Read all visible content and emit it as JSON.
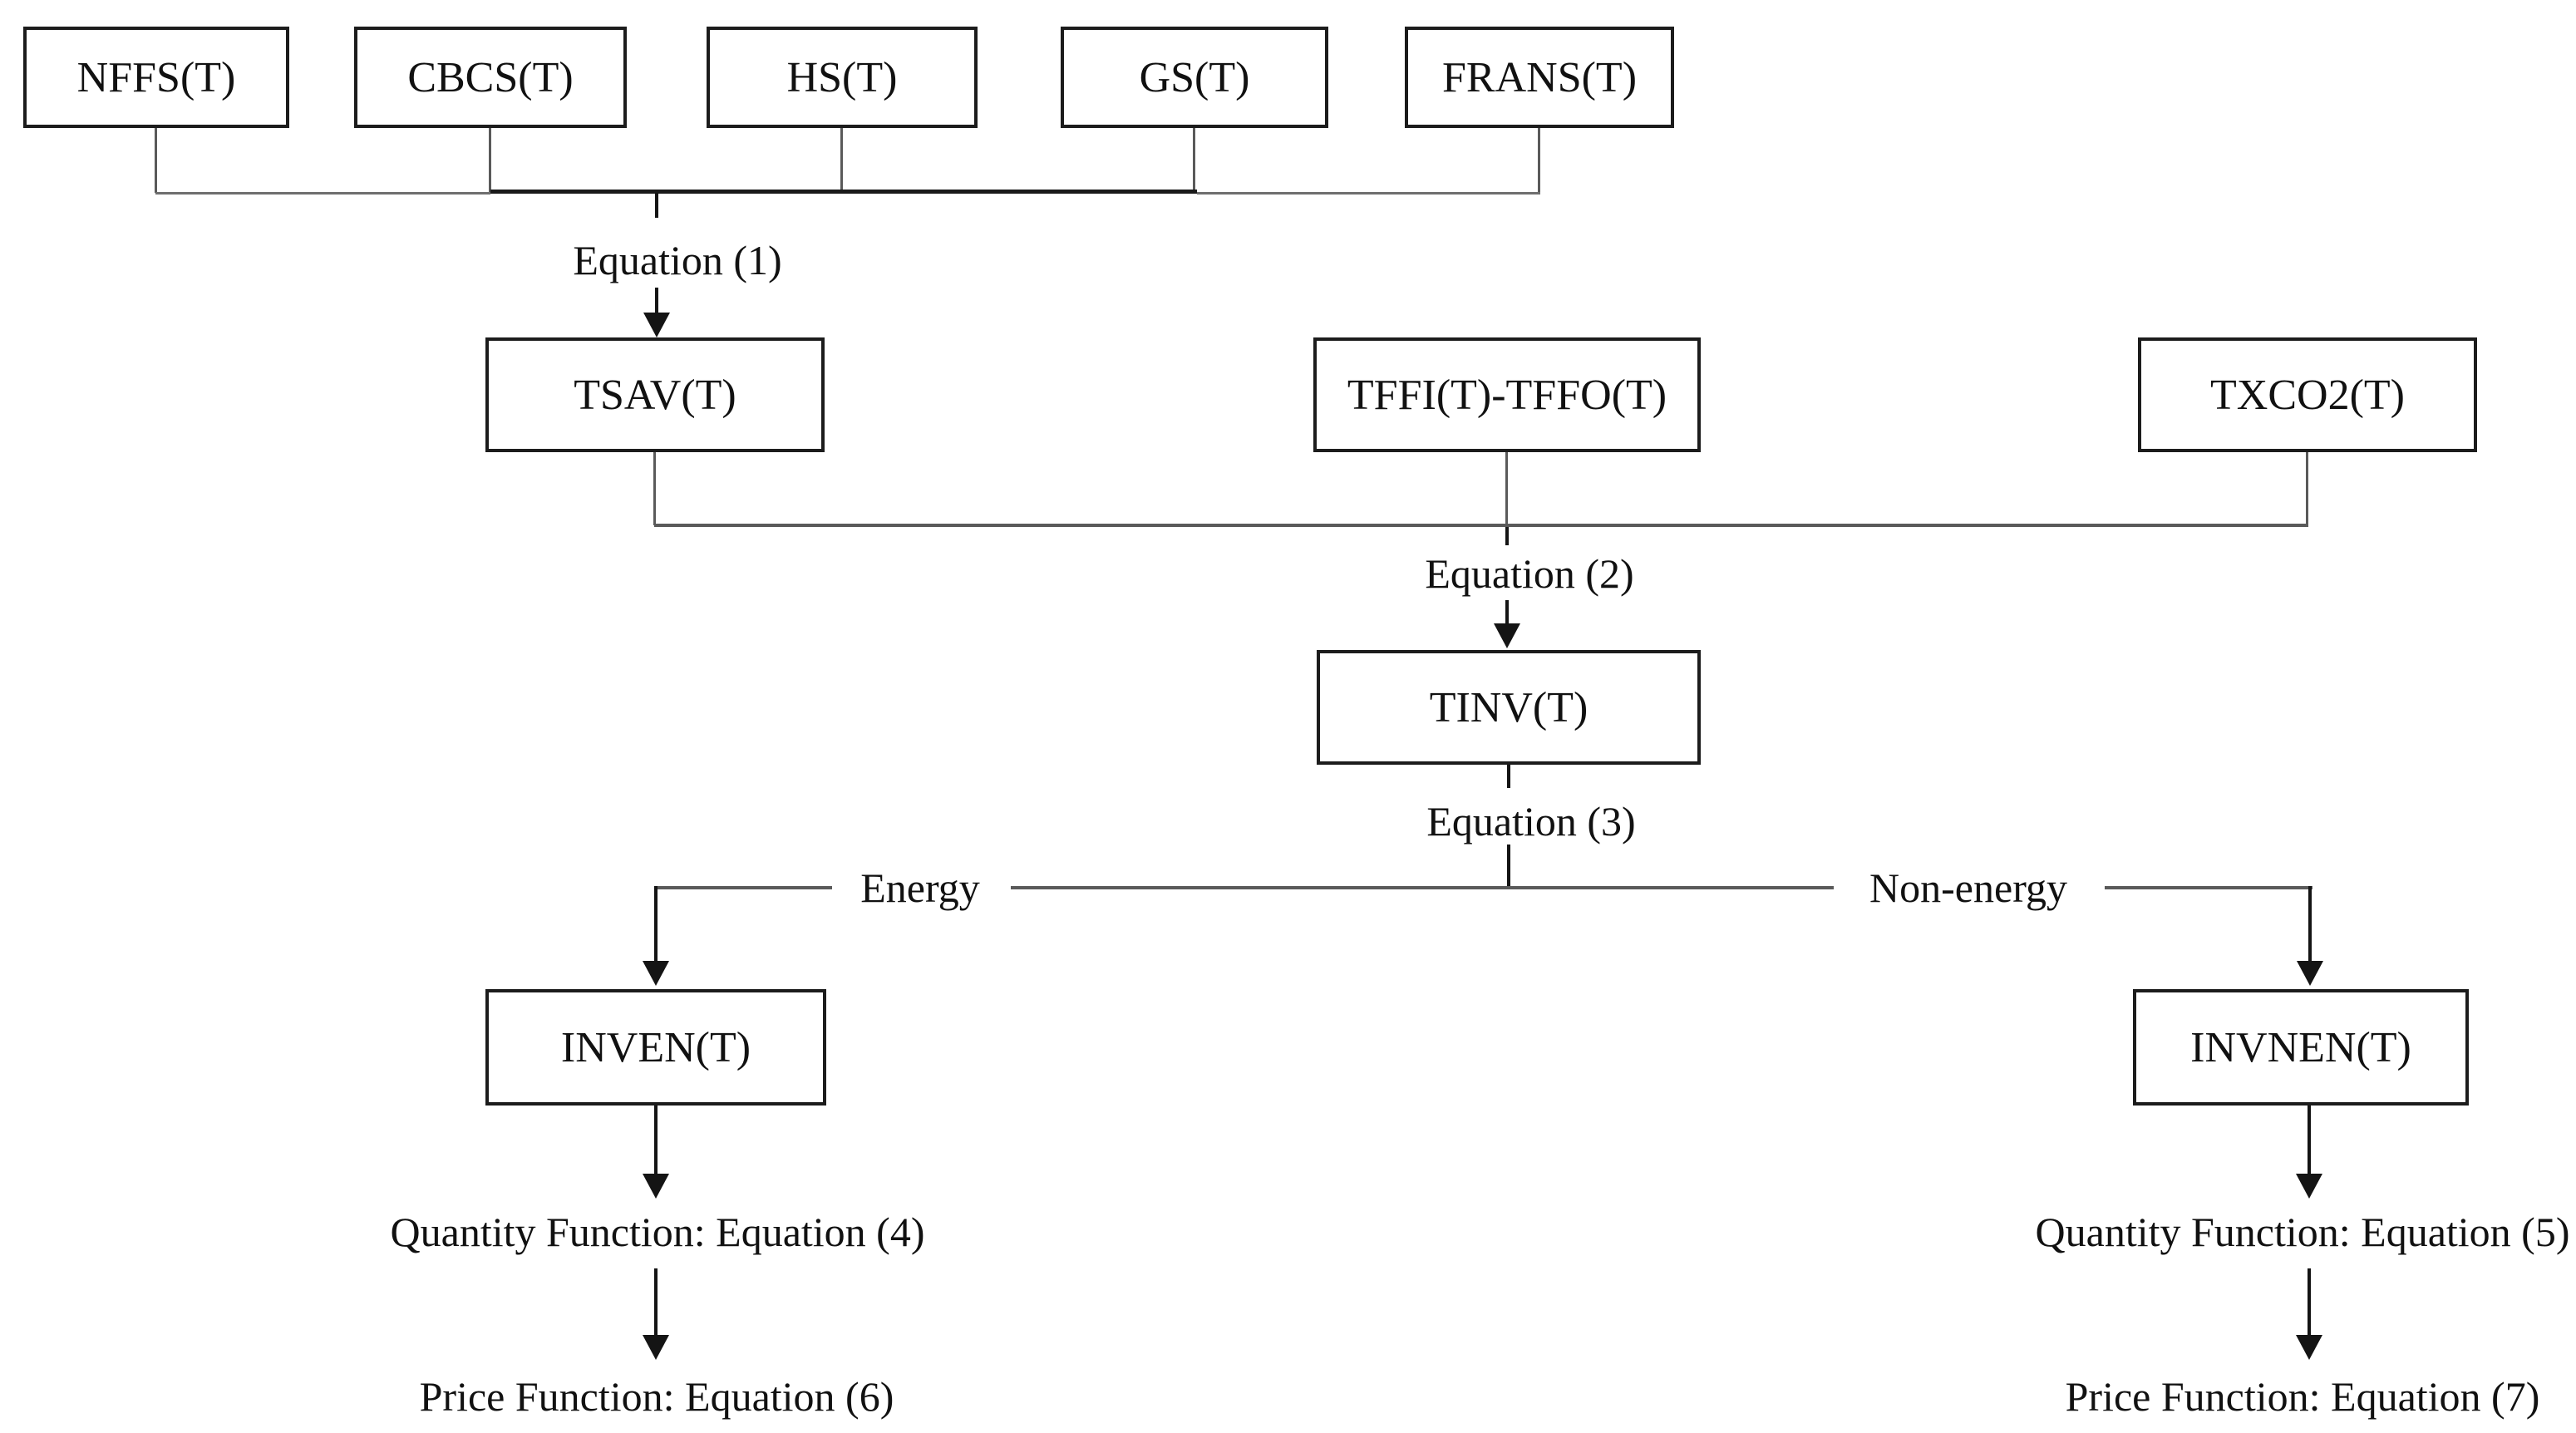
{
  "figure": {
    "background_color": "#ffffff",
    "box_border_color": "#1c1c1c",
    "connector_color": "#5a5a5a",
    "arrow_color": "#141414",
    "text_color": "#111111"
  },
  "boxes": {
    "nffs": "NFFS(T)",
    "cbcs": "CBCS(T)",
    "hs": "HS(T)",
    "gs": "GS(T)",
    "frans": "FRANS(T)",
    "tsav": "TSAV(T)",
    "tffi_tffo": "TFFI(T)-TFFO(T)",
    "txco2": "TXCO2(T)",
    "tinv": "TINV(T)",
    "inven": "INVEN(T)",
    "invnen": "INVNEN(T)"
  },
  "labels": {
    "equation1": "Equation (1)",
    "equation2": "Equation (2)",
    "equation3": "Equation (3)",
    "energy": "Energy",
    "non_energy": "Non-energy",
    "quantity_fn_4": "Quantity Function: Equation (4)",
    "price_fn_6": "Price Function: Equation (6)",
    "quantity_fn_5": "Quantity Function: Equation (5)",
    "price_fn_7": "Price Function: Equation (7)"
  }
}
